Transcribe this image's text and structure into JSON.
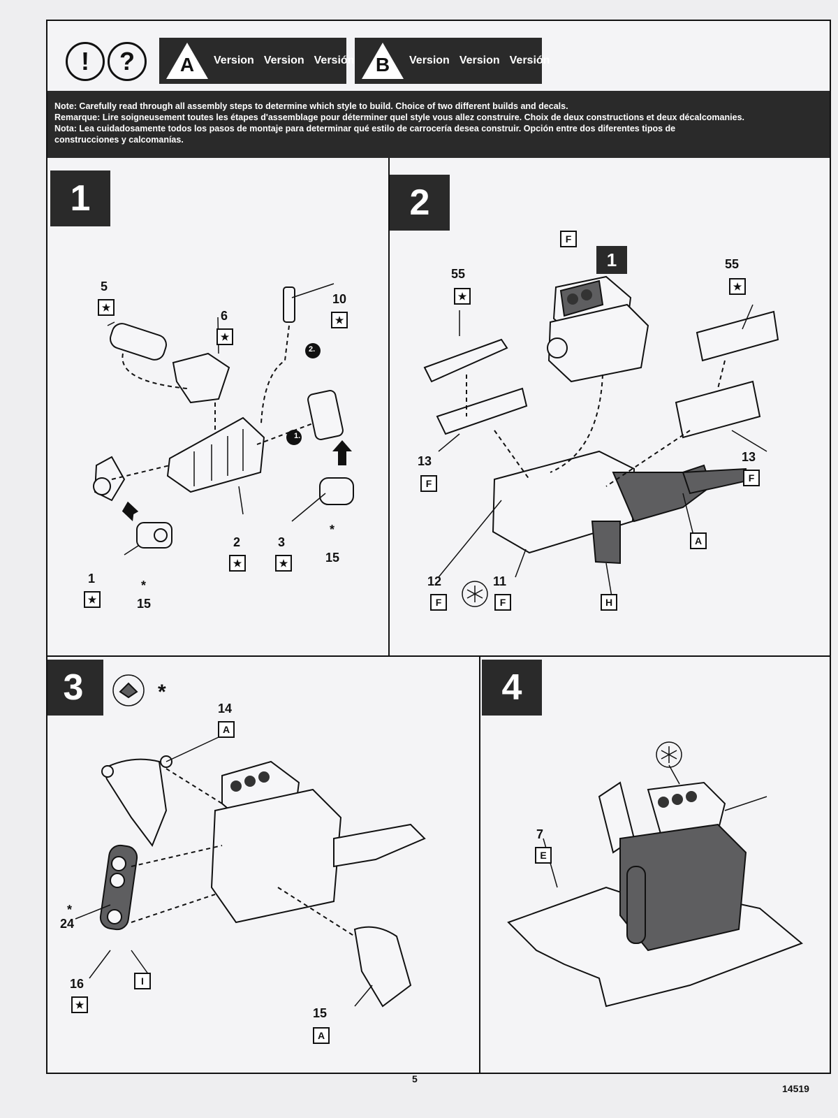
{
  "header": {
    "icons": {
      "exclamation": "!",
      "question": "?"
    },
    "version_a": {
      "letter": "A",
      "labels": [
        "Version",
        "Version",
        "Versión"
      ]
    },
    "version_b": {
      "letter": "B",
      "labels": [
        "Version",
        "Version",
        "Versión"
      ]
    }
  },
  "note": {
    "en": "Note: Carefully read through all assembly steps to determine which style to build. Choice of two different builds and decals.",
    "fr": "Remarque: Lire soigneusement toutes les étapes d'assemblage pour déterminer quel style vous allez construire. Choix de deux constructions et deux décalcomanies.",
    "es1": "Nota: Lea cuidadosamente todos los pasos de montaje para determinar qué estilo de carrocería desea construir. Opción entre dos diferentes tipos de",
    "es2": "construcciones y calcomanías."
  },
  "step1": {
    "number": "1",
    "labels": {
      "p5": "5",
      "p6": "6",
      "p10": "10",
      "p2": "2",
      "p3": "3",
      "p15a": "15",
      "p1": "1",
      "p15b": "15",
      "ast1": "*",
      "ast2": "*",
      "sub1": "1.",
      "sub2": "2."
    },
    "boxes": {
      "b5": "★",
      "b6": "★",
      "b10": "★",
      "b2": "★",
      "b3": "★",
      "b1": "★"
    }
  },
  "step2": {
    "number": "2",
    "sub_step": "1",
    "labels": {
      "p55a": "55",
      "p55b": "55",
      "p13a": "13",
      "p13b": "13",
      "p12": "12",
      "p11": "11"
    },
    "boxes": {
      "bF_top": "F",
      "b55a": "★",
      "b55b": "★",
      "b13a": "F",
      "b13b": "F",
      "bA": "A",
      "b12": "F",
      "b11": "F",
      "bH": "H"
    }
  },
  "step3": {
    "number": "3",
    "labels": {
      "p14": "14",
      "p24": "24",
      "ast": "*",
      "p16": "16",
      "p15": "15",
      "star": "*"
    },
    "boxes": {
      "b14": "A",
      "bI": "I",
      "b16": "★",
      "b15": "A"
    }
  },
  "step4": {
    "number": "4",
    "labels": {
      "p7": "7"
    },
    "boxes": {
      "b7": "E"
    }
  },
  "footer": {
    "page": "5",
    "code": "14519"
  }
}
